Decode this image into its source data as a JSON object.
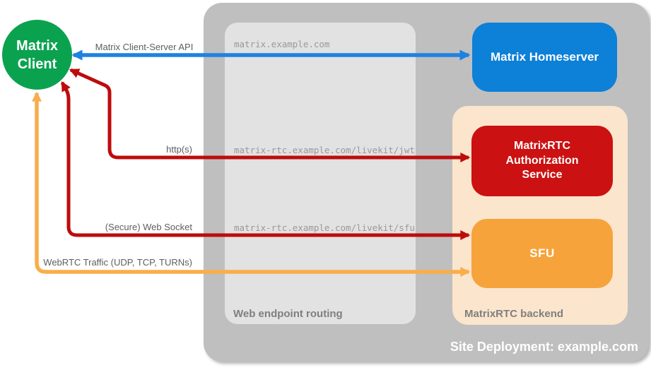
{
  "diagram_title": "Site Deployment: example.com",
  "colors": {
    "client_green": "#0ba24f",
    "homeserver_blue": "#0d80d8",
    "auth_red": "#cb1111",
    "sfu_orange": "#f6a33c",
    "arrow_blue": "#1e82e0",
    "arrow_red": "#bd0c0c",
    "arrow_orange": "#f9ad4b",
    "site_container_gray": "#bfbfbf",
    "routing_box_gray": "#e2e2e2",
    "backend_box_peach": "#fce5cd"
  },
  "nodes": {
    "client": {
      "label": "Matrix\nClient"
    },
    "homeserver": {
      "label": "Matrix Homeserver"
    },
    "auth_service": {
      "label": "MatrixRTC\nAuthorization\nService"
    },
    "sfu": {
      "label": "SFU"
    }
  },
  "containers": {
    "site": {
      "label": "Site Deployment: example.com"
    },
    "routing": {
      "label": "Web endpoint routing"
    },
    "backend": {
      "label": "MatrixRTC backend"
    }
  },
  "edges": {
    "cs_api": {
      "label": "Matrix Client-Server API",
      "endpoint": "matrix.example.com",
      "from": "Matrix Client",
      "to": "Matrix Homeserver"
    },
    "http": {
      "label": "http(s)",
      "endpoint": "matrix-rtc.example.com/livekit/jwt",
      "from": "Matrix Client",
      "to": "MatrixRTC Authorization Service"
    },
    "websocket": {
      "label": "(Secure) Web Socket",
      "endpoint": "matrix-rtc.example.com/livekit/sfu",
      "from": "Matrix Client",
      "to": "SFU"
    },
    "webrtc": {
      "label": "WebRTC Traffic (UDP, TCP, TURNs)",
      "from": "Matrix Client",
      "to": "SFU"
    }
  }
}
